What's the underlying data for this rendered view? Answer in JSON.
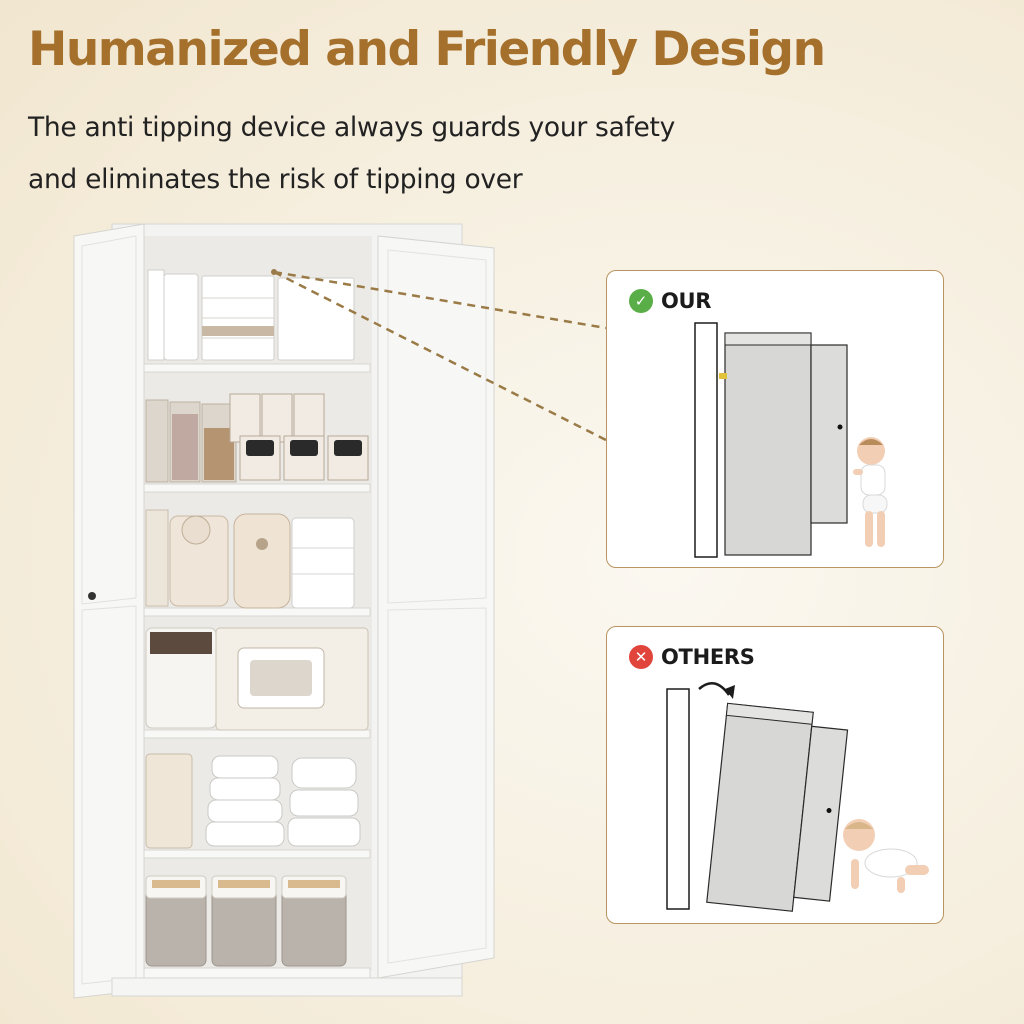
{
  "headline": "Humanized and Friendly Design",
  "subheadline": {
    "line1": "The anti tipping device always guards your safety",
    "line2": "and eliminates the risk of tipping over"
  },
  "panels": {
    "ours": {
      "label": "OUR",
      "icon": "check-circle-icon",
      "icon_color": "#5aae47"
    },
    "others": {
      "label": "OTHERS",
      "icon": "cross-circle-icon",
      "icon_color": "#e0443a"
    }
  },
  "colors": {
    "headline": "#a5702c",
    "panel_border": "#b89560",
    "callout_line": "#9a7a46"
  }
}
